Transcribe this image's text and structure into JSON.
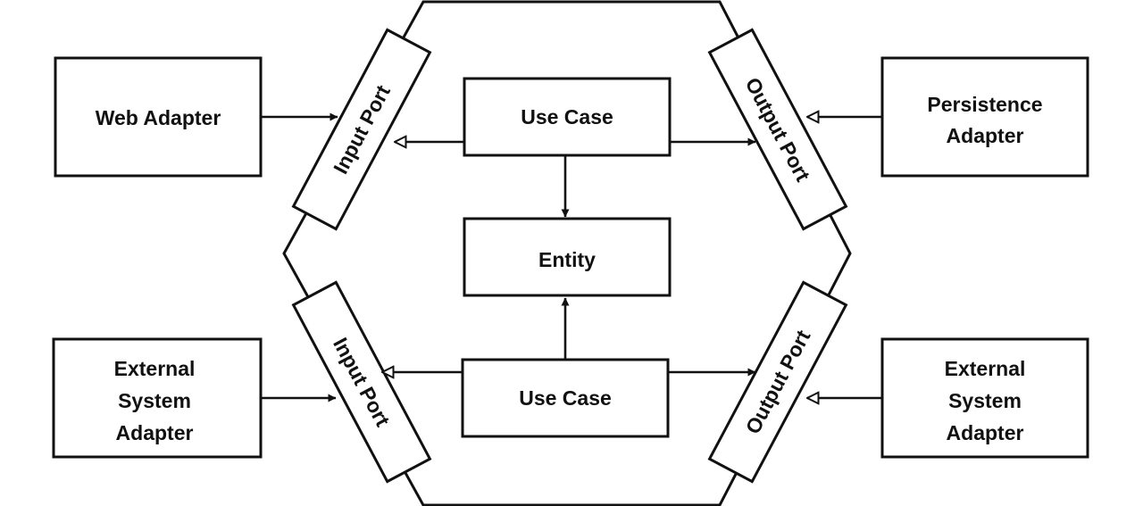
{
  "colors": {
    "stroke": "#111111",
    "background": "#ffffff"
  },
  "nodes": {
    "web_adapter": "Web Adapter",
    "persistence_adapter": [
      "Persistence",
      "Adapter"
    ],
    "external_system_adapter_left": [
      "External",
      "System",
      "Adapter"
    ],
    "external_system_adapter_right": [
      "External",
      "System",
      "Adapter"
    ],
    "input_port_top": "Input Port",
    "input_port_bottom": "Input Port",
    "output_port_top": "Output Port",
    "output_port_bottom": "Output Port",
    "use_case_top": "Use Case",
    "use_case_bottom": "Use Case",
    "entity": "Entity"
  }
}
